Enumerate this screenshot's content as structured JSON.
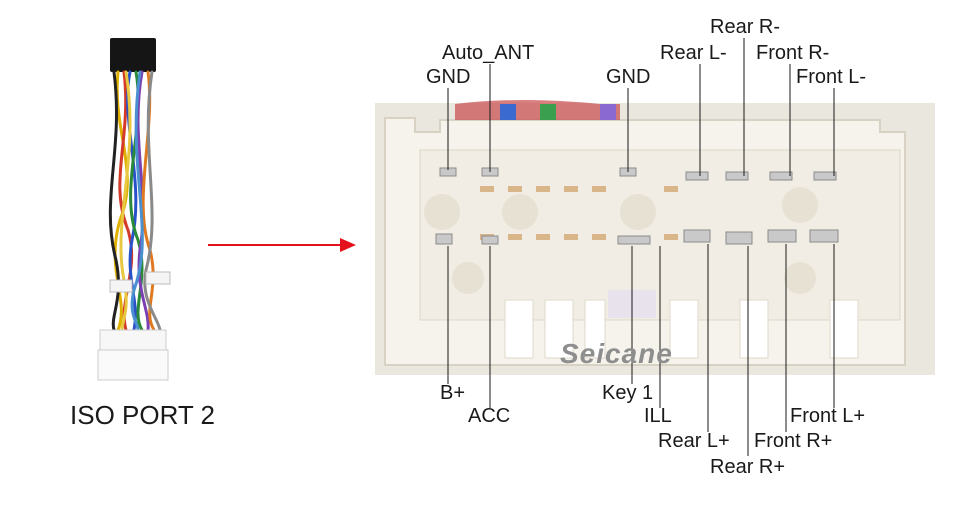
{
  "harness": {
    "title": "ISO PORT 2"
  },
  "brand": {
    "watermark": "Seicane"
  },
  "colors": {
    "arrow": "#e4121a",
    "label_text": "#1a1a1a",
    "connector_body": "#f3efe7"
  },
  "pins_top": [
    {
      "label": "Auto_ANT"
    },
    {
      "label": "GND"
    },
    {
      "label": "GND"
    },
    {
      "label": "Rear L-"
    },
    {
      "label": "Rear R-"
    },
    {
      "label": "Front R-"
    },
    {
      "label": "Front L-"
    }
  ],
  "pins_bottom": [
    {
      "label": "B+"
    },
    {
      "label": "ACC"
    },
    {
      "label": "Key 1"
    },
    {
      "label": "ILL"
    },
    {
      "label": "Rear L+"
    },
    {
      "label": "Rear R+"
    },
    {
      "label": "Front R+"
    },
    {
      "label": "Front L+"
    }
  ]
}
